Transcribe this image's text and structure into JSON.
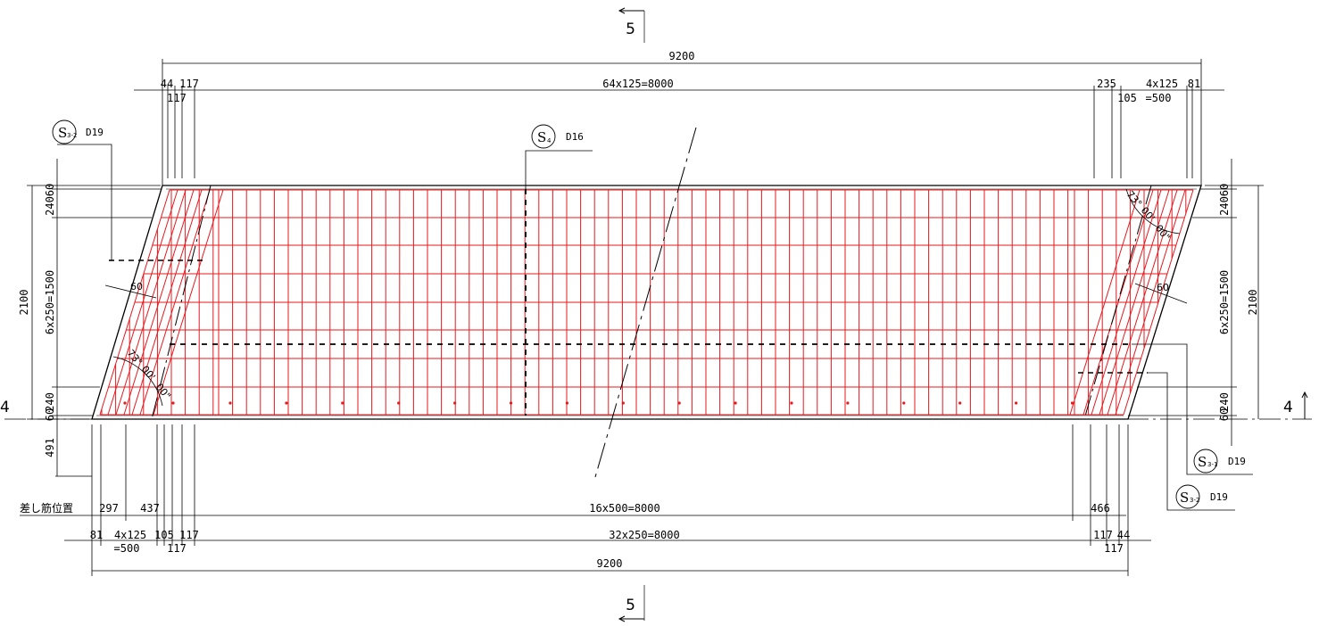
{
  "colors": {
    "rebar": "#e8191e",
    "line": "#000000",
    "background": "#ffffff"
  },
  "section_marks": {
    "top": "5",
    "bottom": "5",
    "left": "4",
    "right": "4"
  },
  "dims_top": {
    "overall": "9200",
    "left_a": "44",
    "left_b": "117",
    "left_c": "117",
    "main": "64x125=8000",
    "right_a": "235",
    "right_b": "105",
    "right_c": "4x125",
    "right_d": "=500",
    "right_e": "81"
  },
  "dims_bottom": {
    "sashi_label": "差し筋位置",
    "s1": "297",
    "s2": "437",
    "main1": "16x500=8000",
    "s3": "466",
    "a1": "81",
    "a2": "4x125",
    "a3": "=500",
    "a4": "105",
    "a5": "117",
    "a6": "117",
    "main2": "32x250=8000",
    "a7": "117",
    "a8": "44",
    "a9": "117",
    "overall": "9200"
  },
  "dims_left": {
    "top1": "60",
    "top2": "240",
    "mid": "6x250=1500",
    "bot1": "240",
    "bot2": "60",
    "overall": "2100",
    "below": "491"
  },
  "dims_right": {
    "top1": "60",
    "top2": "240",
    "mid": "6x250=1500",
    "bot1": "240",
    "bot2": "60",
    "overall": "2100"
  },
  "angles": {
    "left_angle": "73°",
    "left_a": "00'",
    "left_b": "00\"",
    "left_edge": "60",
    "right_angle": "73°",
    "right_a": "00'",
    "right_b": "00\"",
    "right_edge": "60"
  },
  "tags": [
    {
      "id": "s32_top",
      "letter": "S",
      "sub": "3-2",
      "bar": "D19"
    },
    {
      "id": "s4",
      "letter": "S",
      "sub": "4",
      "bar": "D16"
    },
    {
      "id": "s31",
      "letter": "S",
      "sub": "3-1",
      "bar": "D19"
    },
    {
      "id": "s32_bot",
      "letter": "S",
      "sub": "3-2",
      "bar": "D19"
    }
  ]
}
